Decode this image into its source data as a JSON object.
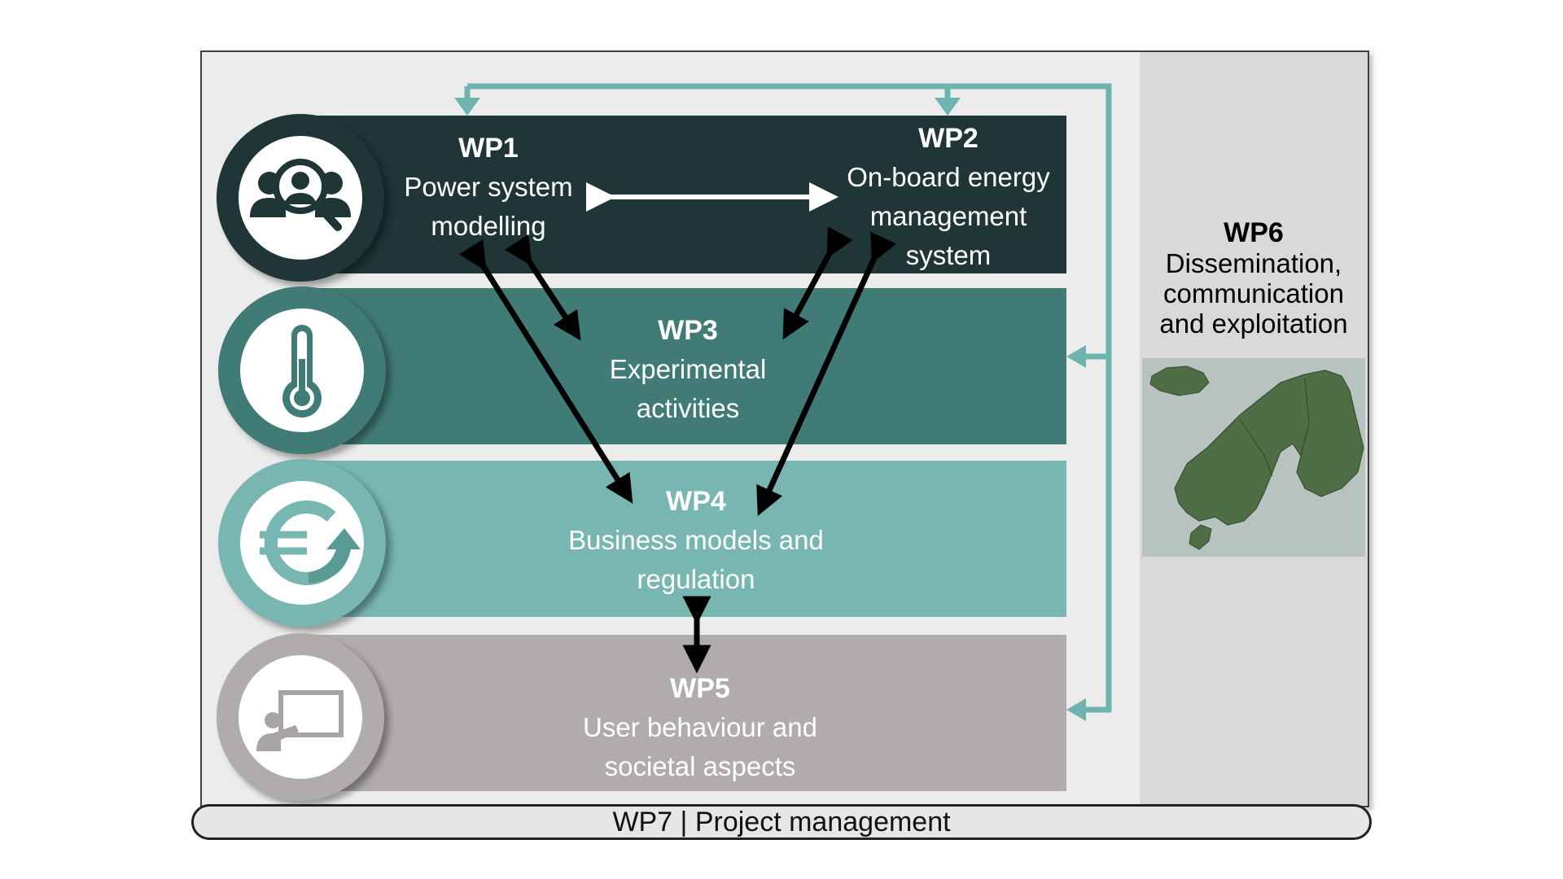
{
  "wp1": {
    "num": "WP1",
    "line1": "Power system",
    "line2": "modelling"
  },
  "wp2": {
    "num": "WP2",
    "line1": "On-board energy",
    "line2": "management",
    "line3": "system"
  },
  "wp3": {
    "num": "WP3",
    "line1": "Experimental",
    "line2": "activities"
  },
  "wp4": {
    "num": "WP4",
    "line1": "Business models and",
    "line2": "regulation"
  },
  "wp5": {
    "num": "WP5",
    "line1": "User behaviour and",
    "line2": "societal aspects"
  },
  "wp6": {
    "num": "WP6",
    "line1": "Dissemination,",
    "line2": "communication",
    "line3": "and exploitation"
  },
  "wp7": {
    "label": "WP7 | Project management"
  },
  "icons": [
    "people-search-icon",
    "thermometer-icon",
    "euro-growth-icon",
    "presentation-icon"
  ],
  "colors": {
    "wp1": "#1f3536",
    "wp3": "#417b76",
    "wp4": "#77b6b1",
    "wp5": "#b0acac",
    "feedback": "#6fb3ae",
    "map_land": "#4e6e45"
  }
}
